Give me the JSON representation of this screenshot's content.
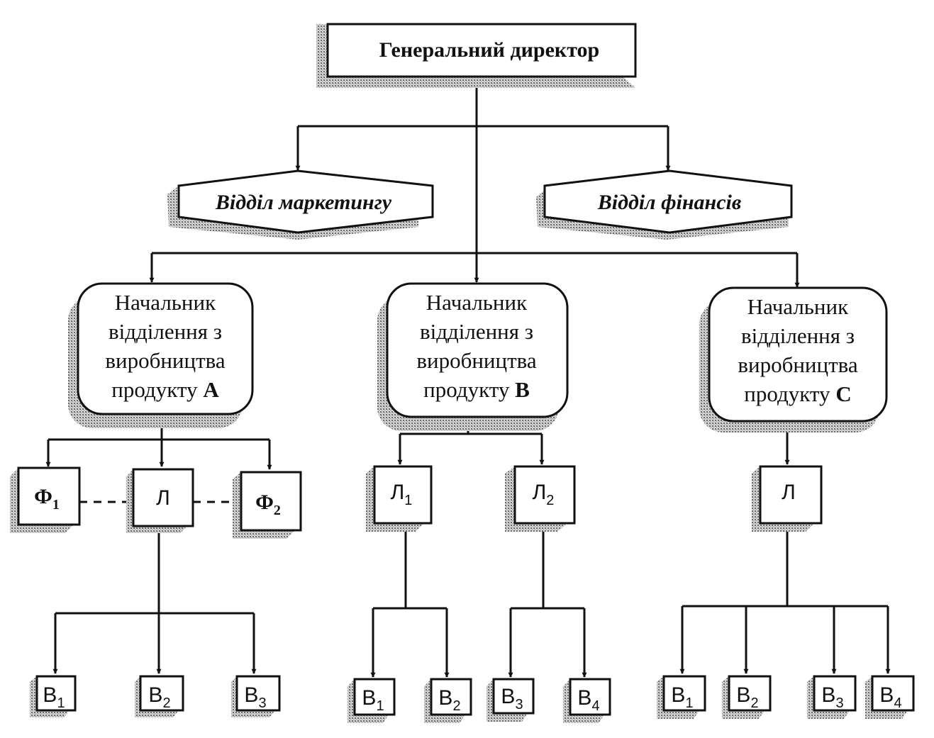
{
  "general_director": "Генеральний директор",
  "staff": {
    "marketing": "Відділ маркетингу",
    "finance": "Відділ фінансів"
  },
  "divisions": [
    {
      "line1": "Начальник",
      "line2": "відділення з",
      "line3": "виробництва",
      "line4_prefix": "продукту ",
      "product": "A"
    },
    {
      "line1": "Начальник",
      "line2": "відділення з",
      "line3": "виробництва",
      "line4_prefix": "продукту ",
      "product": "B"
    },
    {
      "line1": "Начальник",
      "line2": "відділення з",
      "line3": "виробництва",
      "line4_prefix": "продукту ",
      "product": "C"
    }
  ],
  "units": {
    "a_f1": {
      "base": "Ф",
      "sub": "1"
    },
    "a_l": {
      "base": "Л",
      "sub": ""
    },
    "a_f2": {
      "base": "Ф",
      "sub": "2"
    },
    "b_l1": {
      "base": "Л",
      "sub": "1"
    },
    "b_l2": {
      "base": "Л",
      "sub": "2"
    },
    "c_l": {
      "base": "Л",
      "sub": ""
    }
  },
  "workers": {
    "a": [
      {
        "base": "В",
        "sub": "1"
      },
      {
        "base": "В",
        "sub": "2"
      },
      {
        "base": "В",
        "sub": "3"
      }
    ],
    "b": [
      {
        "base": "В",
        "sub": "1"
      },
      {
        "base": "В",
        "sub": "2"
      },
      {
        "base": "В",
        "sub": "3"
      },
      {
        "base": "В",
        "sub": "4"
      }
    ],
    "c": [
      {
        "base": "В",
        "sub": "1"
      },
      {
        "base": "В",
        "sub": "2"
      },
      {
        "base": "В",
        "sub": "3"
      },
      {
        "base": "В",
        "sub": "4"
      }
    ]
  }
}
